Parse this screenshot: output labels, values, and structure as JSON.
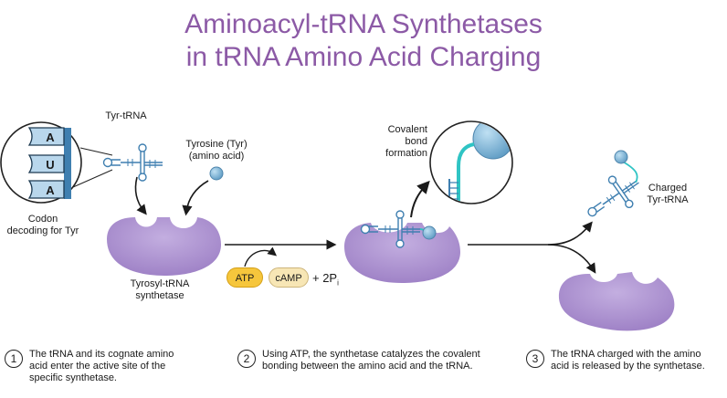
{
  "title_lines": [
    "Aminoacyl-tRNA Synthetases",
    "in tRNA Amino Acid Charging"
  ],
  "labels": {
    "tyr_trna": "Tyr-tRNA",
    "tyrosine_line1": "Tyrosine (Tyr)",
    "tyrosine_line2": "(amino acid)",
    "codon_line1": "Codon",
    "codon_line2": "decoding for Tyr",
    "synthetase_line1": "Tyrosyl-tRNA",
    "synthetase_line2": "synthetase",
    "covalent_line1": "Covalent",
    "covalent_line2": "bond",
    "covalent_line3": "formation",
    "charged_line1": "Charged",
    "charged_line2": "Tyr-tRNA",
    "atp": "ATP",
    "camp": "cAMP",
    "ppi": "+ 2P",
    "ppi_sub": "i"
  },
  "codon_letters": [
    "A",
    "U",
    "A"
  ],
  "steps": [
    {
      "num": "1",
      "lines": [
        "The tRNA and its cognate amino",
        "acid enter the active site of the",
        "specific synthetase."
      ]
    },
    {
      "num": "2",
      "lines": [
        "Using ATP, the synthetase catalyzes the covalent",
        "bonding between the amino acid and the tRNA."
      ]
    },
    {
      "num": "3",
      "lines": [
        "The tRNA charged with the amino",
        "acid is released by the synthetase."
      ]
    }
  ],
  "colors": {
    "title": "#8c5aa6",
    "enzyme": "#b59ad6",
    "enzyme_dark": "#9f82c6",
    "amino_acid": "#7bb2d4",
    "trna": "#3f7fb0",
    "trna_cyan": "#2fc4c4",
    "atp_fill": "#f6c63c",
    "camp_fill": "#f7e6b5",
    "codon_fill": "#b9d7ec"
  }
}
